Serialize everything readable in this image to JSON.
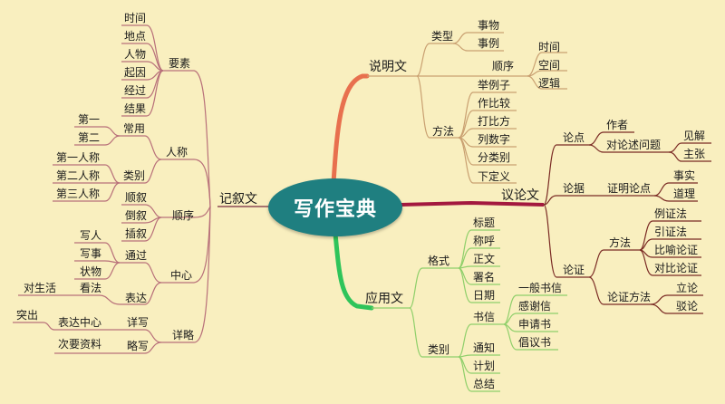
{
  "title": "写作宝典",
  "colors": {
    "background": "#f9efbf",
    "center_fill": "#1f7f80",
    "center_text": "#ffffff",
    "branch_narrative": "#c0457a",
    "branch_expository": "#e8704e",
    "branch_argumentative": "#a3193f",
    "branch_practical": "#2fc45a",
    "line_narrative": "#b8707a",
    "line_expository": "#c9a071",
    "line_argumentative": "#7a2a24",
    "line_practical": "#8fcf6a"
  },
  "branches": {
    "narrative": {
      "label": "记叙文",
      "elements": {
        "label": "要素",
        "items": [
          "时间",
          "地点",
          "人物",
          "起因",
          "经过",
          "结果"
        ]
      },
      "person": {
        "label": "人称",
        "common": {
          "label": "常用",
          "items": [
            "第一",
            "第二"
          ]
        },
        "types": {
          "label": "类别",
          "items": [
            "第一人称",
            "第二人称",
            "第三人称"
          ]
        }
      },
      "order": {
        "label": "顺序",
        "items": [
          "顺叙",
          "倒叙",
          "插叙"
        ]
      },
      "center": {
        "label": "中心",
        "through": {
          "label": "通过",
          "items": [
            "写人",
            "写事",
            "状物"
          ]
        },
        "express": {
          "label": "表达",
          "view": "看法",
          "view_sub": "对生活"
        }
      },
      "detail": {
        "label": "详略",
        "detailed": {
          "label": "详写",
          "item": "表达中心",
          "sub": "突出"
        },
        "brief": {
          "label": "略写",
          "item": "次要资料"
        }
      }
    },
    "expository": {
      "label": "说明文",
      "type": {
        "label": "类型",
        "items": [
          "事物",
          "事例"
        ]
      },
      "order": {
        "label": "顺序",
        "items": [
          "时间",
          "空间",
          "逻辑"
        ]
      },
      "method": {
        "label": "方法",
        "items": [
          "举例子",
          "作比较",
          "打比方",
          "列数字",
          "分类别",
          "下定义"
        ]
      }
    },
    "argumentative": {
      "label": "议论文",
      "thesis": {
        "label": "论点",
        "author": "作者",
        "issue": {
          "label": "对论述问题",
          "items": [
            "见解",
            "主张"
          ]
        }
      },
      "evidence": {
        "label": "论据",
        "prove": {
          "label": "证明论点",
          "items": [
            "事实",
            "道理"
          ]
        }
      },
      "argument": {
        "label": "论证",
        "method": {
          "label": "方法",
          "items": [
            "例证法",
            "引证法",
            "比喻论证",
            "对比论证"
          ]
        },
        "approach": {
          "label": "论证方法",
          "items": [
            "立论",
            "驳论"
          ]
        }
      }
    },
    "practical": {
      "label": "应用文",
      "format": {
        "label": "格式",
        "items": [
          "标题",
          "称呼",
          "正文",
          "署名",
          "日期"
        ]
      },
      "category": {
        "label": "类别",
        "letter": {
          "label": "书信",
          "items": [
            "一般书信",
            "感谢信",
            "申请书",
            "倡议书"
          ]
        },
        "items": [
          "通知",
          "计划",
          "总结"
        ]
      }
    }
  }
}
